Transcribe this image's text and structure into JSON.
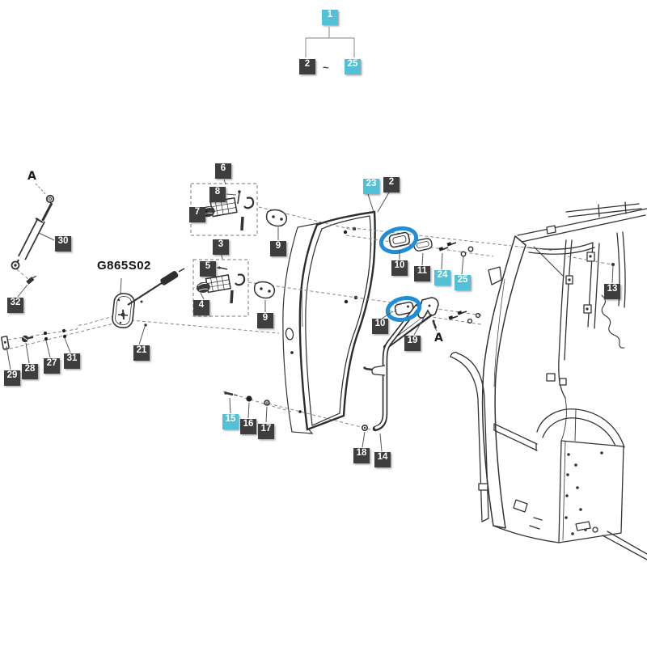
{
  "figure": {
    "code": "G865S02",
    "ref_letter": "A",
    "tilde": "~"
  },
  "legend": {
    "root": "1",
    "range_start": "2",
    "range_end": "25"
  },
  "colors": {
    "label_dark": "#3e3e3e",
    "label_cyan": "#52c0d6",
    "highlight_circle": "#1f8ed6",
    "line_art": "#333333"
  },
  "callouts": {
    "n2": "2",
    "n3": "3",
    "n4": "4",
    "n5": "5",
    "n6": "6",
    "n7": "7",
    "n8": "8",
    "n9": "9",
    "n10": "10",
    "n11": "11",
    "n13": "13",
    "n14": "14",
    "n15": "15",
    "n16": "16",
    "n17": "17",
    "n18": "18",
    "n19": "19",
    "n21": "21",
    "n23": "23",
    "n24": "24",
    "n25": "25",
    "n27": "27",
    "n28": "28",
    "n29": "29",
    "n30": "30",
    "n31": "31",
    "n32": "32"
  }
}
